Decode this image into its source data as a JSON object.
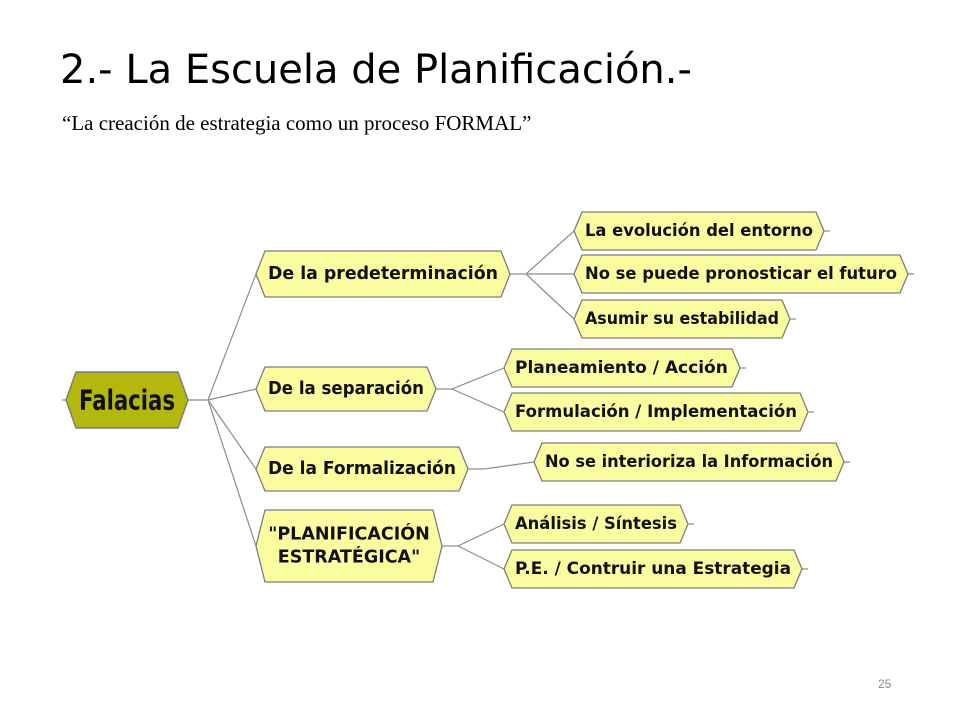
{
  "title": "2.- La Escuela de Planificación.-",
  "subtitle": "“La creación de estrategia como un proceso FORMAL”",
  "page_number": "25",
  "colors": {
    "root_fill": "#b5b80c",
    "node_fill": "#fbfba0",
    "outline": "#7d7d7d",
    "connector": "#8c8c8c"
  },
  "diagram": {
    "root": {
      "label": "Falacias"
    },
    "branches": [
      {
        "label": "De la predeterminación",
        "children": [
          "La evolución del entorno",
          "No se puede pronosticar el futuro",
          "Asumir su estabilidad"
        ]
      },
      {
        "label": "De la separación",
        "children": [
          "Planeamiento / Acción",
          "Formulación / Implementación"
        ]
      },
      {
        "label": "De la Formalización",
        "children": [
          "No se interioriza la Información"
        ]
      },
      {
        "label": "\"PLANIFICACIÓN\nESTRATÉGICA\"",
        "children": [
          "Análisis / Síntesis",
          "P.E. / Contruir una Estrategia"
        ]
      }
    ]
  }
}
